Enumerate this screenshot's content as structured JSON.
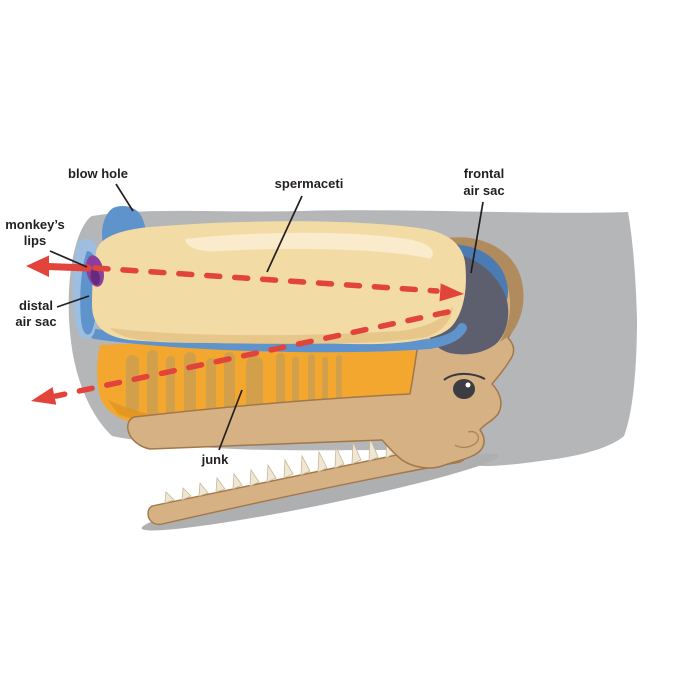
{
  "diagram": {
    "labels": {
      "blow_hole": "blow hole",
      "monkeys_lips": {
        "line1": "monkey’s",
        "line2": "lips"
      },
      "distal_air_sac": {
        "line1": "distal",
        "line2": "air sac"
      },
      "spermaceti": "spermaceti",
      "frontal_air_sac": {
        "line1": "frontal",
        "line2": "air sac"
      },
      "junk": "junk"
    },
    "colors": {
      "background": "#ffffff",
      "body_gray": "#b5b6b8",
      "shadow_gray": "#aeafb1",
      "spermaceti_cream": "#f3dba6",
      "spermaceti_highlight": "#f9ecce",
      "spermaceti_shade": "#e6c387",
      "junk_orange": "#f3a72e",
      "junk_stripe": "#c99e52",
      "junk_shade": "#e0931f",
      "skull_tan": "#d5b183",
      "skull_outline": "#a3774a",
      "dome_rim_brown": "#b08b5e",
      "teeth_white": "#efe7d4",
      "air_sac_blue": "#5e93cb",
      "air_sac_light_blue": "#9dbede",
      "frontal_sac_blue": "#4a7cb3",
      "frontal_sac_dark": "#5d5f6e",
      "monkeys_lips_purple": "#8a3f9c",
      "monkeys_lips_dark": "#632a7e",
      "arrow_red": "#e2433a",
      "label_color": "#231f20",
      "eye_dark": "#3c3c42"
    }
  }
}
